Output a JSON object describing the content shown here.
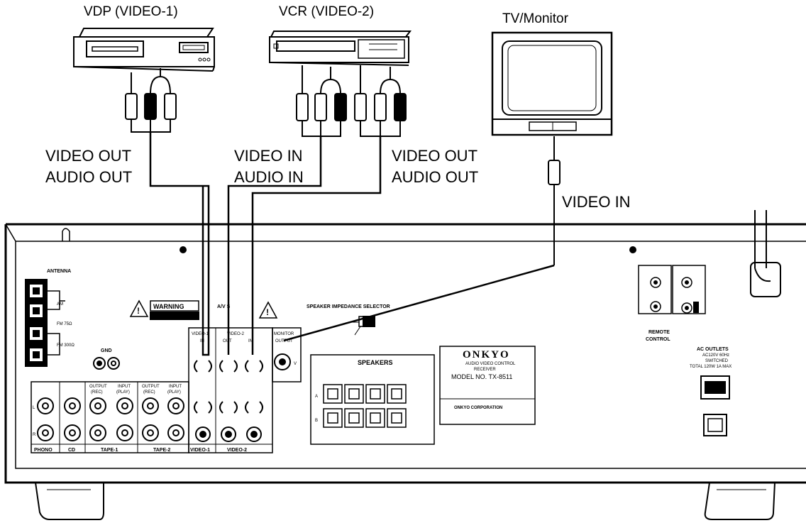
{
  "devices": {
    "vdp": {
      "title": "VDP (VIDEO-1)"
    },
    "vcr": {
      "title": "VCR (VIDEO-2)"
    },
    "tv": {
      "title": "TV/Monitor"
    }
  },
  "connection_labels": {
    "vdp_out_1": "VIDEO OUT",
    "vdp_out_2": "AUDIO OUT",
    "vcr_in_1": "VIDEO IN",
    "vcr_in_2": "AUDIO IN",
    "vcr_out_1": "VIDEO OUT",
    "vcr_out_2": "AUDIO OUT",
    "tv_in": "VIDEO IN"
  },
  "receiver": {
    "antenna": "ANTENNA",
    "am": "AM",
    "fm1": "FM 75Ω",
    "fm2": "FM 300Ω",
    "gnd": "GND",
    "warning": "WARNING",
    "av": "A/V S",
    "impedance": "SPEAKER IMPEDANCE SELECTOR",
    "speakers": "SPEAKERS",
    "remote_control_1": "REMOTE",
    "remote_control_2": "CONTROL",
    "ac_outlets": "AC OUTLETS",
    "ac_spec_1": "AC120V 60Hz",
    "ac_spec_2": "SWITCHED",
    "ac_spec_3": "TOTAL 120W 1A MAX",
    "brand": "ONKYO",
    "model_line_1": "AUDIO VIDEO CONTROL",
    "model_line_2": "RECEIVER",
    "model": "MODEL NO. TX-8511",
    "corp": "ONKYO CORPORATION",
    "jacks": {
      "phono": "PHONO",
      "cd": "CD",
      "tape1": "TAPE-1",
      "tape2": "TAPE-2",
      "video1": "VIDEO-1",
      "video2": "VIDEO-2",
      "monitor": "MONITOR",
      "output": "OUTPUT",
      "in": "IN",
      "out": "OUT",
      "rec": "(REC)",
      "play": "(PLAY)",
      "input": "INPUT",
      "l": "L",
      "r": "R",
      "v": "V",
      "a": "A",
      "b": "B"
    }
  }
}
